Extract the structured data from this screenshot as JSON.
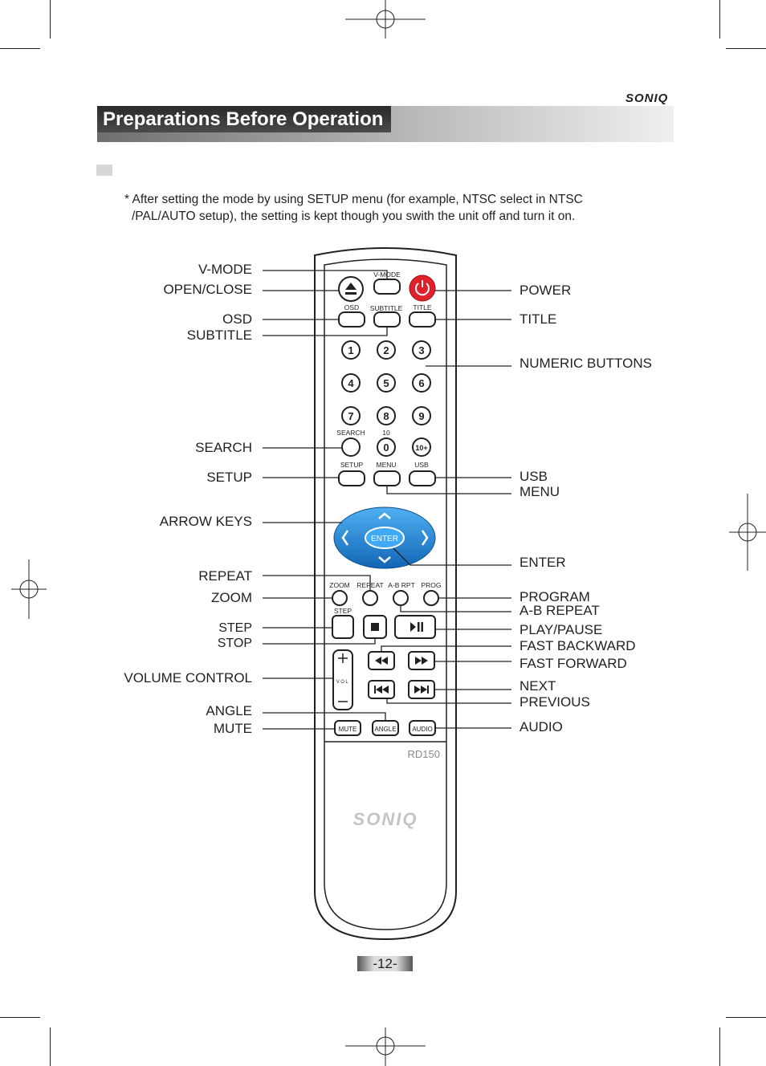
{
  "header": {
    "brand": "SONIQ",
    "section_title": "Preparations Before Operation"
  },
  "note": {
    "line1": "* After setting the mode by using SETUP menu (for example, NTSC select in NTSC",
    "line2": "/PAL/AUTO setup), the setting is kept though you swith the unit off and turn it on."
  },
  "left_labels": {
    "vmode": "V-MODE",
    "open_close": "OPEN/CLOSE",
    "osd": "OSD",
    "subtitle": "SUBTITLE",
    "search": "SEARCH",
    "setup": "SETUP",
    "arrow_keys": "ARROW KEYS",
    "repeat": "REPEAT",
    "zoom": "ZOOM",
    "step": "STEP",
    "stop": "STOP",
    "volume_control": "VOLUME CONTROL",
    "angle": "ANGLE",
    "mute": "MUTE"
  },
  "right_labels": {
    "power": "POWER",
    "title": "TITLE",
    "numeric_buttons": "NUMERIC BUTTONS",
    "usb": "USB",
    "menu": "MENU",
    "enter": "ENTER",
    "program": "PROGRAM",
    "ab_repeat": "A-B REPEAT",
    "play_pause": "PLAY/PAUSE",
    "fast_backward": "FAST BACKWARD",
    "fast_forward": "FAST FORWARD",
    "next": "NEXT",
    "previous": "PREVIOUS",
    "audio": "AUDIO"
  },
  "remote": {
    "labels": {
      "vmode": "V-MODE",
      "osd": "OSD",
      "subtitle": "SUBTITLE",
      "title": "TITLE",
      "search": "SEARCH",
      "ten": "10",
      "setup": "SETUP",
      "menu": "MENU",
      "usb": "USB",
      "enter": "ENTER",
      "zoom": "ZOOM",
      "repeat": "REPEAT",
      "ab_rpt": "A-B RPT",
      "prog": "PROG",
      "step": "STEP",
      "vol": "VOL",
      "mute": "MUTE",
      "angle": "ANGLE",
      "audio": "AUDIO",
      "model": "RD150",
      "brand": "SONIQ"
    },
    "digits": [
      "1",
      "2",
      "3",
      "4",
      "5",
      "6",
      "7",
      "8",
      "9",
      "0",
      "10+"
    ],
    "colors": {
      "power": "#e0202a",
      "arrows": "#1a7fd0",
      "enter": "#3fa9f5"
    }
  },
  "footer": {
    "page_number": "-12-"
  }
}
